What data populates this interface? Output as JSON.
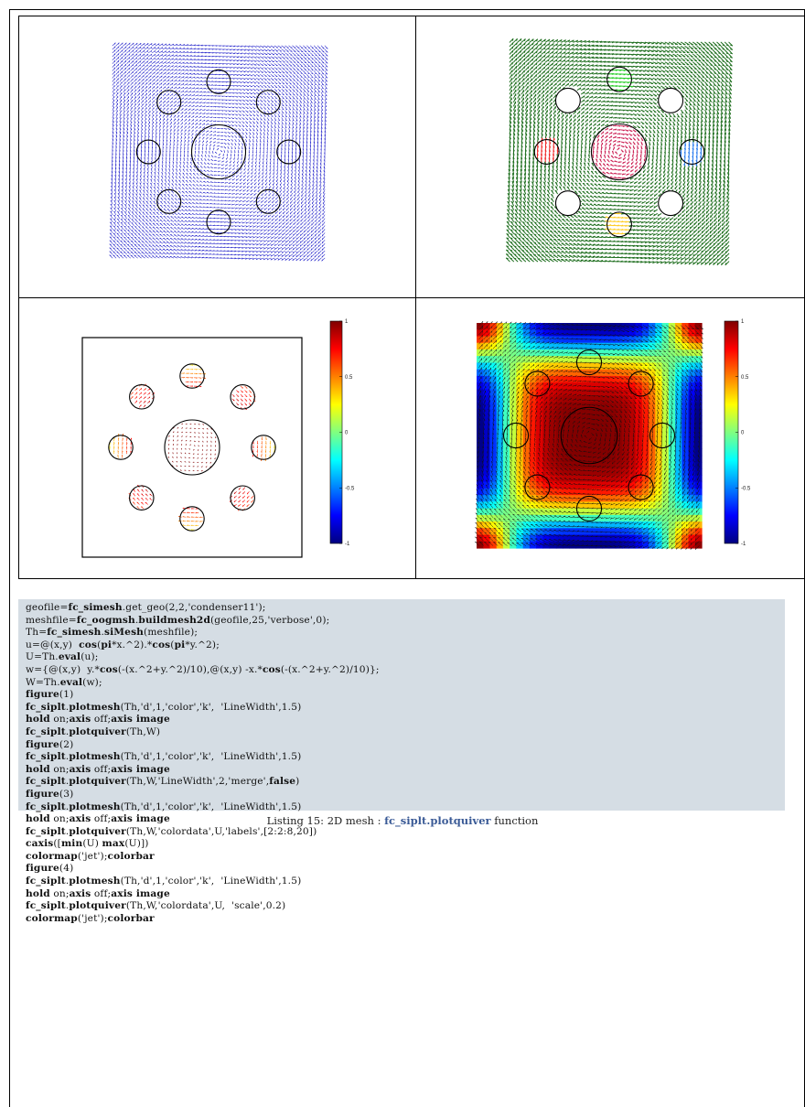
{
  "figures": [
    {
      "id": 1,
      "kind": "quiver-mesh",
      "arrow_color": "#1a1ac8"
    },
    {
      "id": 2,
      "kind": "quiver-mesh-merge",
      "arrow_color": "#1e6e1e",
      "region_colors": [
        "#22cc22",
        "#2277ee",
        "#ffcc22",
        "#ee2222",
        "#cc2255"
      ]
    },
    {
      "id": 3,
      "kind": "quiver-colordata-labels",
      "colorbar_ticks": [
        "1",
        "0.5",
        "0",
        "-0.5",
        "-1"
      ]
    },
    {
      "id": 4,
      "kind": "quiver-colordata-scale",
      "colorbar_ticks": [
        "1",
        "0.5",
        "0",
        "-0.5",
        "-1"
      ]
    }
  ],
  "code_lines": [
    [
      [
        "geofile=",
        0
      ],
      [
        "fc_simesh",
        1
      ],
      [
        ".get_geo(2,2,'condenser11');",
        0
      ]
    ],
    [
      [
        "meshfile=",
        0
      ],
      [
        "fc_oogmsh",
        1
      ],
      [
        ".",
        0
      ],
      [
        "buildmesh2d",
        1
      ],
      [
        "(geofile,25,'verbose',0);",
        0
      ]
    ],
    [
      [
        "Th=",
        0
      ],
      [
        "fc_simesh",
        1
      ],
      [
        ".",
        0
      ],
      [
        "siMesh",
        1
      ],
      [
        "(meshfile);",
        0
      ]
    ],
    [
      [
        "u=@(x,y)  ",
        0
      ],
      [
        "cos",
        1
      ],
      [
        "(",
        0
      ],
      [
        "pi",
        1
      ],
      [
        "*x.^2).*",
        0
      ],
      [
        "cos",
        1
      ],
      [
        "(",
        0
      ],
      [
        "pi",
        1
      ],
      [
        "*y.^2);",
        0
      ]
    ],
    [
      [
        "U=Th.",
        0
      ],
      [
        "eval",
        1
      ],
      [
        "(u);",
        0
      ]
    ],
    [
      [
        "w={@(x,y)  y.*",
        0
      ],
      [
        "cos",
        1
      ],
      [
        "(-(x.^2+y.^2)/10),@(x,y) -x.*",
        0
      ],
      [
        "cos",
        1
      ],
      [
        "(-(x.^2+y.^2)/10)};",
        0
      ]
    ],
    [
      [
        "W=Th.",
        0
      ],
      [
        "eval",
        1
      ],
      [
        "(w);",
        0
      ]
    ],
    [
      [
        "figure",
        1
      ],
      [
        "(1)",
        0
      ]
    ],
    [
      [
        "fc_siplt",
        1
      ],
      [
        ".",
        0
      ],
      [
        "plotmesh",
        1
      ],
      [
        "(Th,'d',1,'color','k',  'LineWidth',1.5)",
        0
      ]
    ],
    [
      [
        "hold",
        1
      ],
      [
        " on;",
        0
      ],
      [
        "axis",
        1
      ],
      [
        " off;",
        0
      ],
      [
        "axis image",
        1
      ]
    ],
    [
      [
        "fc_siplt",
        1
      ],
      [
        ".",
        0
      ],
      [
        "plotquiver",
        1
      ],
      [
        "(Th,W)",
        0
      ]
    ],
    [
      [
        "figure",
        1
      ],
      [
        "(2)",
        0
      ]
    ],
    [
      [
        "fc_siplt",
        1
      ],
      [
        ".",
        0
      ],
      [
        "plotmesh",
        1
      ],
      [
        "(Th,'d',1,'color','k',  'LineWidth',1.5)",
        0
      ]
    ],
    [
      [
        "hold",
        1
      ],
      [
        " on;",
        0
      ],
      [
        "axis",
        1
      ],
      [
        " off;",
        0
      ],
      [
        "axis image",
        1
      ]
    ],
    [
      [
        "fc_siplt",
        1
      ],
      [
        ".",
        0
      ],
      [
        "plotquiver",
        1
      ],
      [
        "(Th,W,'LineWidth',2,'merge',",
        0
      ],
      [
        "false",
        1
      ],
      [
        ")",
        0
      ]
    ],
    [
      [
        "figure",
        1
      ],
      [
        "(3)",
        0
      ]
    ],
    [
      [
        "fc_siplt",
        1
      ],
      [
        ".",
        0
      ],
      [
        "plotmesh",
        1
      ],
      [
        "(Th,'d',1,'color','k',  'LineWidth',1.5)",
        0
      ]
    ],
    [
      [
        "hold",
        1
      ],
      [
        " on;",
        0
      ],
      [
        "axis",
        1
      ],
      [
        " off;",
        0
      ],
      [
        "axis image",
        1
      ]
    ],
    [
      [
        "fc_siplt",
        1
      ],
      [
        ".",
        0
      ],
      [
        "plotquiver",
        1
      ],
      [
        "(Th,W,'colordata',U,'labels',[2:2:8,20])",
        0
      ]
    ],
    [
      [
        "caxis",
        1
      ],
      [
        "([",
        0
      ],
      [
        "min",
        1
      ],
      [
        "(U) ",
        0
      ],
      [
        "max",
        1
      ],
      [
        "(U)])",
        0
      ]
    ],
    [
      [
        "colormap",
        1
      ],
      [
        "('jet');",
        0
      ],
      [
        "colorbar",
        1
      ]
    ],
    [
      [
        "figure",
        1
      ],
      [
        "(4)",
        0
      ]
    ],
    [
      [
        "fc_siplt",
        1
      ],
      [
        ".",
        0
      ],
      [
        "plotmesh",
        1
      ],
      [
        "(Th,'d',1,'color','k',  'LineWidth',1.5)",
        0
      ]
    ],
    [
      [
        "hold",
        1
      ],
      [
        " on;",
        0
      ],
      [
        "axis",
        1
      ],
      [
        " off;",
        0
      ],
      [
        "axis image",
        1
      ]
    ],
    [
      [
        "fc_siplt",
        1
      ],
      [
        ".",
        0
      ],
      [
        "plotquiver",
        1
      ],
      [
        "(Th,W,'colordata',U,  'scale',0.2)",
        0
      ]
    ],
    [
      [
        "colormap",
        1
      ],
      [
        "('jet');",
        0
      ],
      [
        "colorbar",
        1
      ]
    ]
  ],
  "caption": {
    "prefix": "Listing 15: 2D mesh : ",
    "function": "fc_siplt.plotquiver",
    "suffix": " function"
  }
}
